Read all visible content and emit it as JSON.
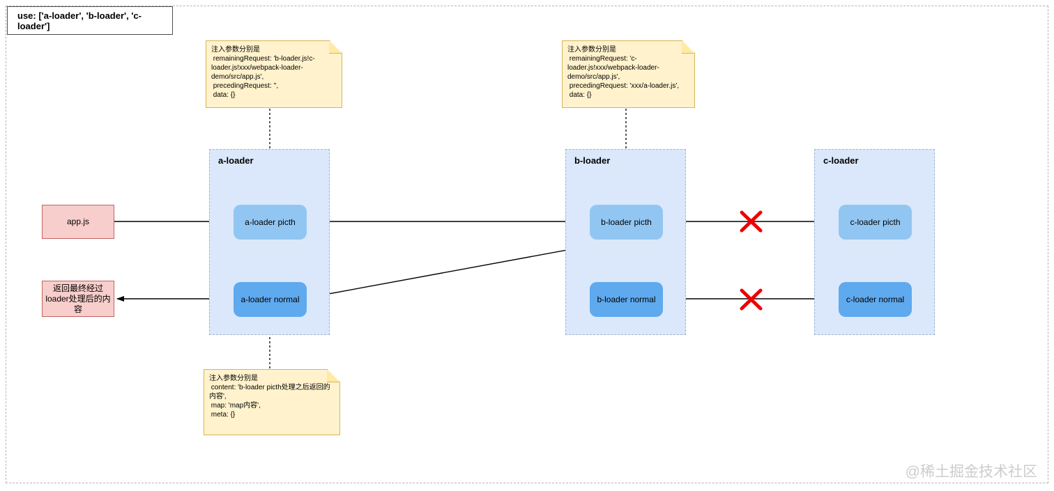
{
  "header": {
    "use_label": "use: ['a-loader', 'b-loader', 'c-loader']"
  },
  "notes": {
    "pitch_a_args": "注入参数分别是\n remainingRequest: 'b-loader.js!c-\nloader.js!xxx/webpack-loader-\ndemo/src/app.js',\n precedingRequest: '',\n data: {}",
    "pitch_b_args": "注入参数分别是\n remainingRequest: 'c-\nloader.js!xxx/webpack-loader-\ndemo/src/app.js',\n precedingRequest: 'xxx/a-loader.js',\n data: {}",
    "normal_a_args": "注入参数分别是\n content: 'b-loader picth处理之后返回的\n内容',\n map: 'map内容',\n meta: {}"
  },
  "endpoints": {
    "input": "app.js",
    "output": "返回最终经过loader处理后的内容"
  },
  "loaders": {
    "a": {
      "title": "a-loader",
      "pitch": "a-loader picth",
      "normal": "a-loader normal"
    },
    "b": {
      "title": "b-loader",
      "pitch": "b-loader picth",
      "normal": "b-loader normal"
    },
    "c": {
      "title": "c-loader",
      "pitch": "c-loader picth",
      "normal": "c-loader normal"
    }
  },
  "watermark": "@稀土掘金技术社区",
  "colors": {
    "container-fill": "#dbe8fb",
    "pitch-fill": "#92c6f2",
    "normal-fill": "#5fa9ee",
    "pink-fill": "#f8cecc",
    "pink-border": "#c26360",
    "note-fill": "#fff2cc",
    "note-border": "#d6b656",
    "note-fold": "#ffe9a3",
    "cross": "#ee0000",
    "arrow": "#000000"
  }
}
